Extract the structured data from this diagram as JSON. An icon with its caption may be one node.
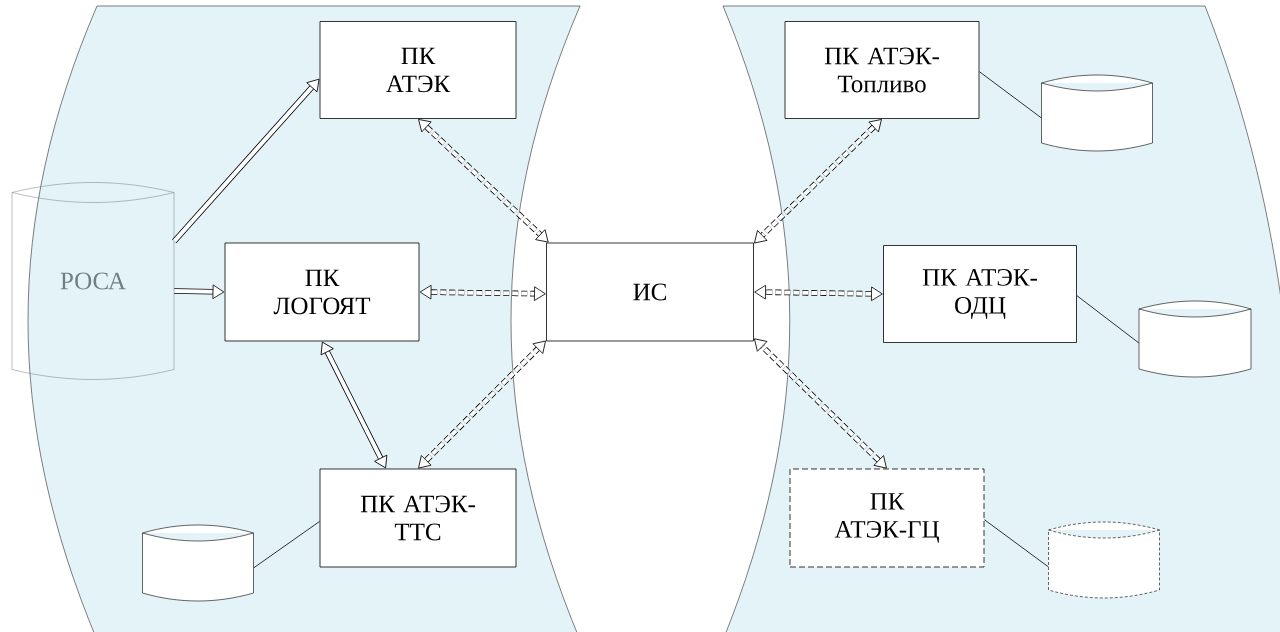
{
  "diagram": {
    "nodes": [
      {
        "text": [
          "ПК АТЭК"
        ]
      },
      {
        "text": [
          "РОСА"
        ]
      },
      {
        "text": [
          "ПК ЛОГОЯТ"
        ]
      },
      {
        "text": [
          "ИС"
        ]
      },
      {
        "text": [
          "ПК АТЭК-ТТС"
        ]
      },
      {
        "text": [],
        "shape": "cylinder"
      },
      {
        "text": [
          "ПК АТЭК-Топливо"
        ]
      },
      {
        "text": [],
        "shape": "cylinder"
      },
      {
        "text": [
          "ПК АТЭК-ОДЦ"
        ]
      },
      {
        "text": [],
        "shape": "cylinder"
      },
      {
        "text": [
          "ПК АТЭК-ГЦ"
        ]
      },
      {
        "text": [],
        "shape": "cylinder"
      }
    ],
    "edges": [
      {
        "from": 1,
        "to": 0,
        "arrow": "to"
      },
      {
        "from": 1,
        "to": 2,
        "arrow": "to"
      },
      {
        "from": 2,
        "to": 4,
        "arrow": "both"
      },
      {
        "from": 0,
        "to": 3,
        "arrow": "both",
        "style": "dashed"
      },
      {
        "from": 2,
        "to": 3,
        "arrow": "both",
        "style": "dashed"
      },
      {
        "from": 4,
        "to": 3,
        "arrow": "both",
        "style": "dashed"
      },
      {
        "from": 6,
        "to": 3,
        "arrow": "both",
        "style": "dashed"
      },
      {
        "from": 8,
        "to": 3,
        "arrow": "both",
        "style": "dashed"
      },
      {
        "from": 10,
        "to": 3,
        "arrow": "both",
        "style": "dashed"
      },
      {
        "from": 4,
        "to": 5,
        "arrow": "none"
      },
      {
        "from": 6,
        "to": 7,
        "arrow": "none"
      },
      {
        "from": 8,
        "to": 9,
        "arrow": "none"
      },
      {
        "from": 10,
        "to": 11,
        "arrow": "none"
      }
    ]
  }
}
